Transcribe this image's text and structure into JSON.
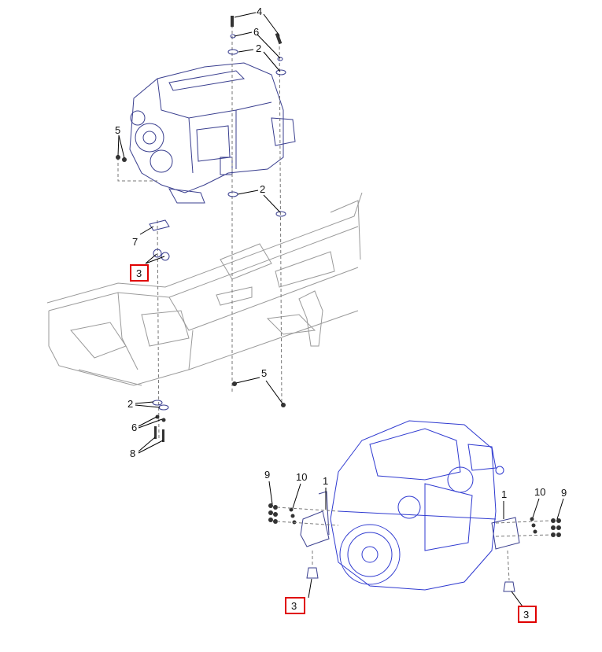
{
  "callouts": {
    "top_4": "4",
    "top_6": "6",
    "top_2a": "2",
    "top_5a": "5",
    "top_2b": "2",
    "top_7": "7",
    "top_3": "3",
    "mid_5": "5",
    "low_2": "2",
    "low_6": "6",
    "low_8": "8",
    "bl_9": "9",
    "bl_10": "10",
    "bl_1": "1",
    "bl_3": "3",
    "br_1": "1",
    "br_10": "10",
    "br_9": "9",
    "br_3": "3"
  },
  "colors": {
    "highlight_box": "#e00000",
    "engine_top": "#3a3f8f",
    "engine_bottom": "#2f3ad0",
    "chassis": "#9a9a9a"
  }
}
